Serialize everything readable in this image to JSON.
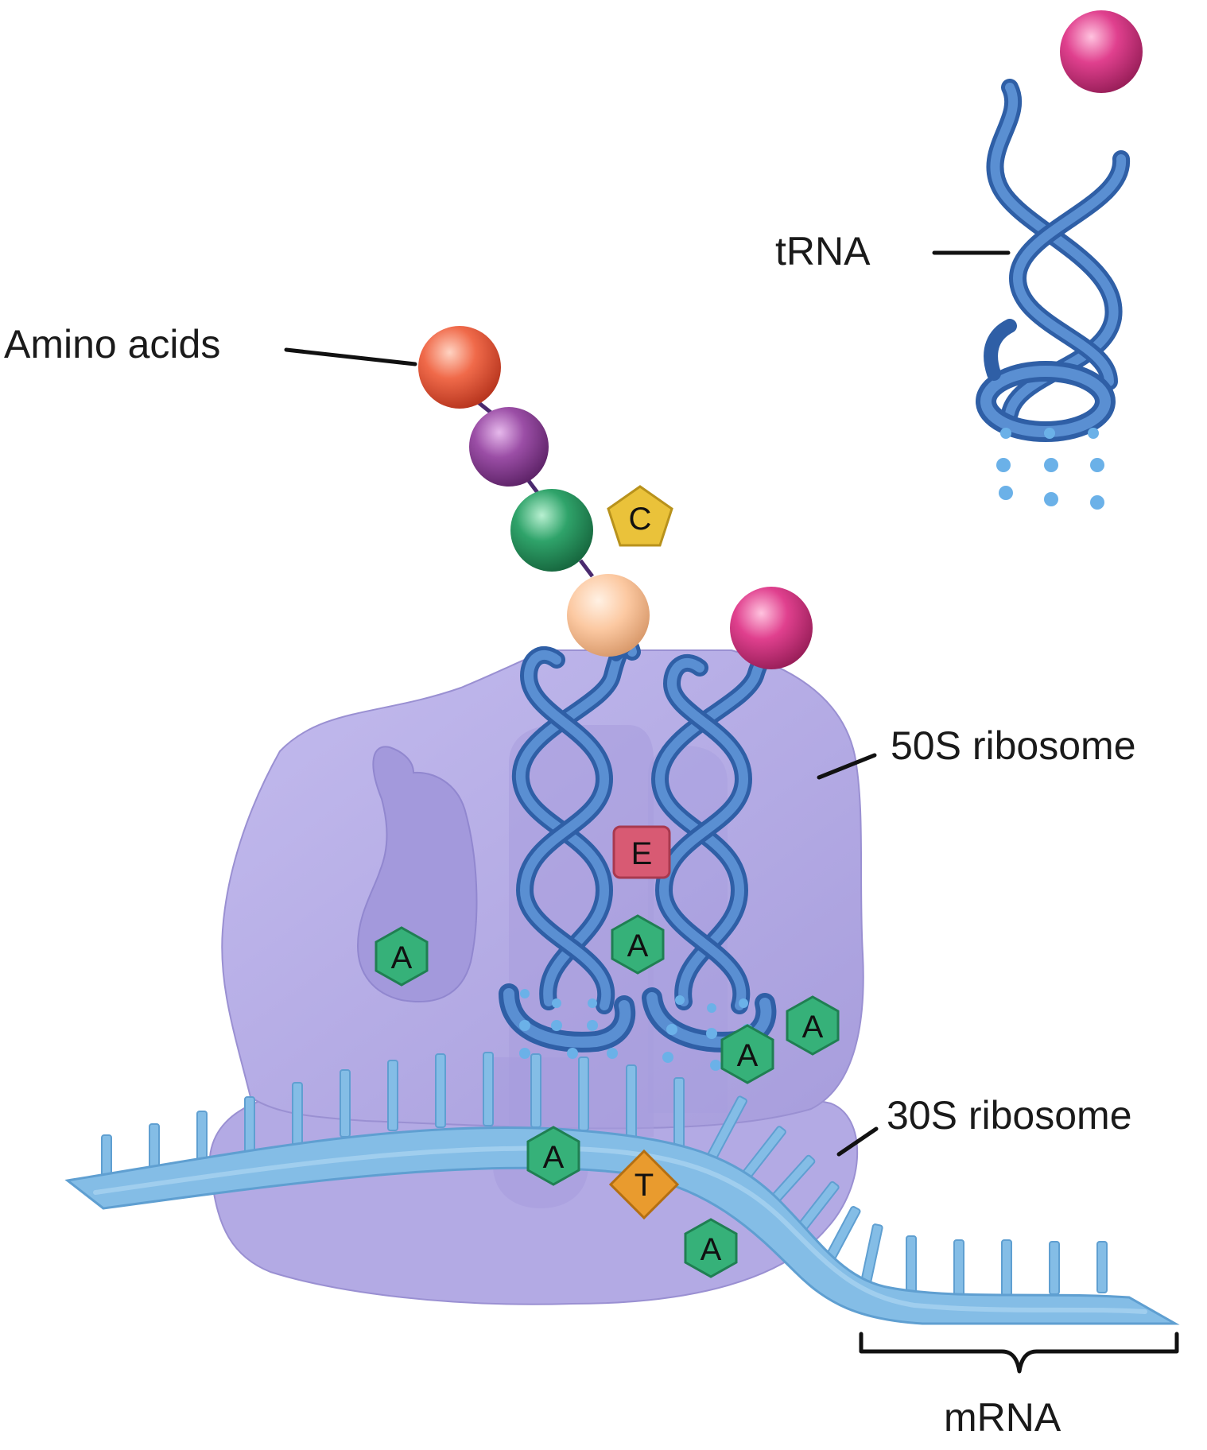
{
  "labels": {
    "amino_acids": "Amino acids",
    "trna": "tRNA",
    "ribosome_50s": "50S ribosome",
    "ribosome_30s": "30S ribosome",
    "mrna": "mRNA"
  },
  "bases": {
    "free_c": "C",
    "e_site": "E",
    "left_a": "A",
    "center_a": "A",
    "right_upper_a": "A",
    "right_lower_a": "A",
    "mrna_a": "A",
    "mrna_t": "T",
    "mrna_a2": "A"
  },
  "colors": {
    "ribosome": "#b7aee6",
    "ribosome_shade": "#a399dc",
    "ribosome_edge": "#9a90d2",
    "trna": "#4a7ec4",
    "trna_dark": "#2f5fa6",
    "mrna": "#84bde6",
    "mrna_edge": "#5f9fd1",
    "dots": "#6bb1e8",
    "amino_red": "#f06a4a",
    "amino_purple": "#9b4ea6",
    "amino_green": "#2fa36a",
    "amino_peach": "#fcc9a2",
    "amino_pink": "#e0408e",
    "base_green": "#36b179",
    "base_yellow": "#eac23a",
    "base_orange": "#e99b2e",
    "base_red": "#d85a73"
  }
}
